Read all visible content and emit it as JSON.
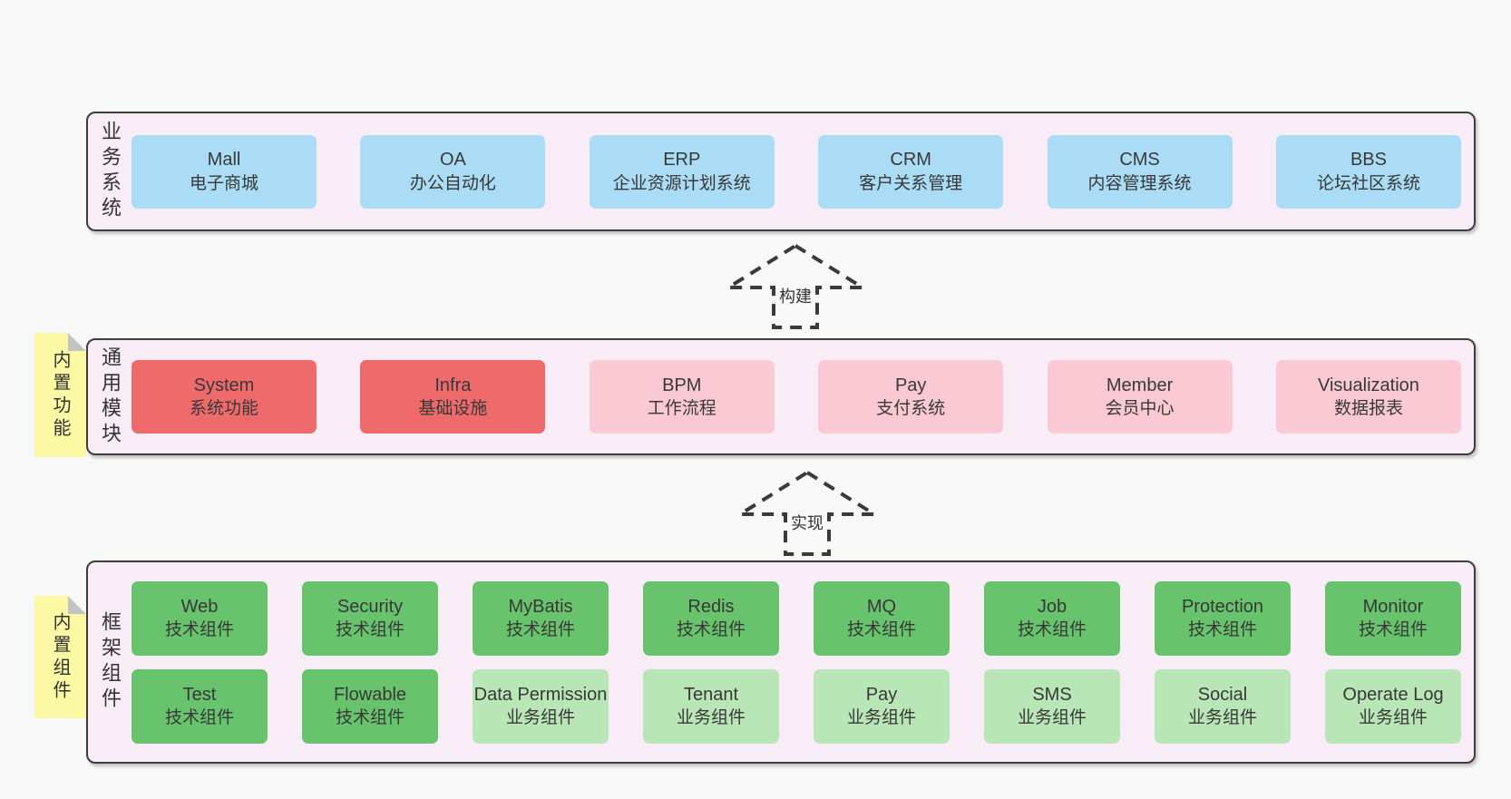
{
  "page": {
    "background": "#f8f8f8"
  },
  "colors": {
    "band_background": "#f8edf6",
    "band_border": "#3d3d3d",
    "business_system_box": "#aadcf5",
    "core_module_box": "#ef6b6b",
    "extension_module_box": "#fbc9d3",
    "tech_component_box": "#68c36d",
    "biz_component_box": "#b9e6b6",
    "sticky_note": "#fbf9a3",
    "text": "#383838"
  },
  "bands": [
    {
      "label": "业务系统",
      "boxes": [
        {
          "name": "Mall",
          "desc": "电子商城"
        },
        {
          "name": "OA",
          "desc": "办公自动化"
        },
        {
          "name": "ERP",
          "desc": "企业资源计划系统"
        },
        {
          "name": "CRM",
          "desc": "客户关系管理"
        },
        {
          "name": "CMS",
          "desc": "内容管理系统"
        },
        {
          "name": "BBS",
          "desc": "论坛社区系统"
        }
      ]
    },
    {
      "label": "通用模块",
      "note": "内置功能",
      "boxes": [
        {
          "name": "System",
          "desc": "系统功能"
        },
        {
          "name": "Infra",
          "desc": "基础设施"
        },
        {
          "name": "BPM",
          "desc": "工作流程"
        },
        {
          "name": "Pay",
          "desc": "支付系统"
        },
        {
          "name": "Member",
          "desc": "会员中心"
        },
        {
          "name": "Visualization",
          "desc": "数据报表"
        }
      ]
    },
    {
      "label": "框架组件",
      "note": "内置组件",
      "rows": [
        [
          {
            "name": "Web",
            "desc": "技术组件"
          },
          {
            "name": "Security",
            "desc": "技术组件"
          },
          {
            "name": "MyBatis",
            "desc": "技术组件"
          },
          {
            "name": "Redis",
            "desc": "技术组件"
          },
          {
            "name": "MQ",
            "desc": "技术组件"
          },
          {
            "name": "Job",
            "desc": "技术组件"
          },
          {
            "name": "Protection",
            "desc": "技术组件"
          },
          {
            "name": "Monitor",
            "desc": "技术组件"
          }
        ],
        [
          {
            "name": "Test",
            "desc": "技术组件"
          },
          {
            "name": "Flowable",
            "desc": "技术组件"
          },
          {
            "name": "Data Permission",
            "desc": "业务组件"
          },
          {
            "name": "Tenant",
            "desc": "业务组件"
          },
          {
            "name": "Pay",
            "desc": "业务组件"
          },
          {
            "name": "SMS",
            "desc": "业务组件"
          },
          {
            "name": "Social",
            "desc": "业务组件"
          },
          {
            "name": "Operate Log",
            "desc": "业务组件"
          }
        ]
      ]
    }
  ],
  "arrows": [
    {
      "label": "构建"
    },
    {
      "label": "实现"
    }
  ]
}
